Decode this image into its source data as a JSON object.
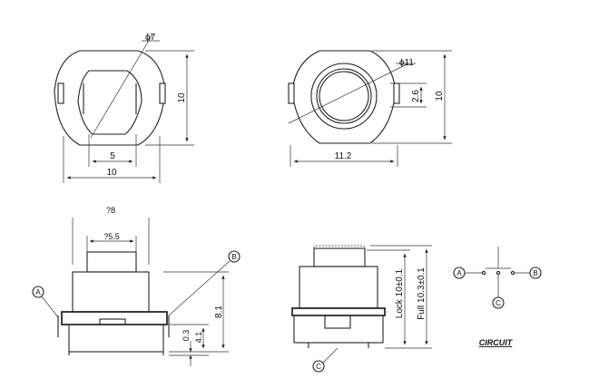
{
  "colors": {
    "line": "#222222",
    "background": "#ffffff"
  },
  "top_left_view": {
    "diameter_label": "ϕ7",
    "height_label": "10",
    "inner_width_label": "5",
    "outer_width_label": "10"
  },
  "top_right_view": {
    "diameter_label": "ϕ11",
    "offset_label": "2.6",
    "height_label": "10",
    "width_label": "11.2"
  },
  "side_left_view": {
    "top_label": "?8",
    "cap_label": "?5.5",
    "marker_a": "A",
    "marker_b": "B",
    "height_81": "8.1",
    "height_41": "4.1",
    "height_03": "0.3"
  },
  "side_right_view": {
    "lock_label": "Lock 10±0.1",
    "full_label": "Full 10.3±0.1",
    "marker_c": "C"
  },
  "circuit": {
    "title": "CIRCUIT",
    "node_a": "A",
    "node_b": "B",
    "node_c": "C"
  }
}
